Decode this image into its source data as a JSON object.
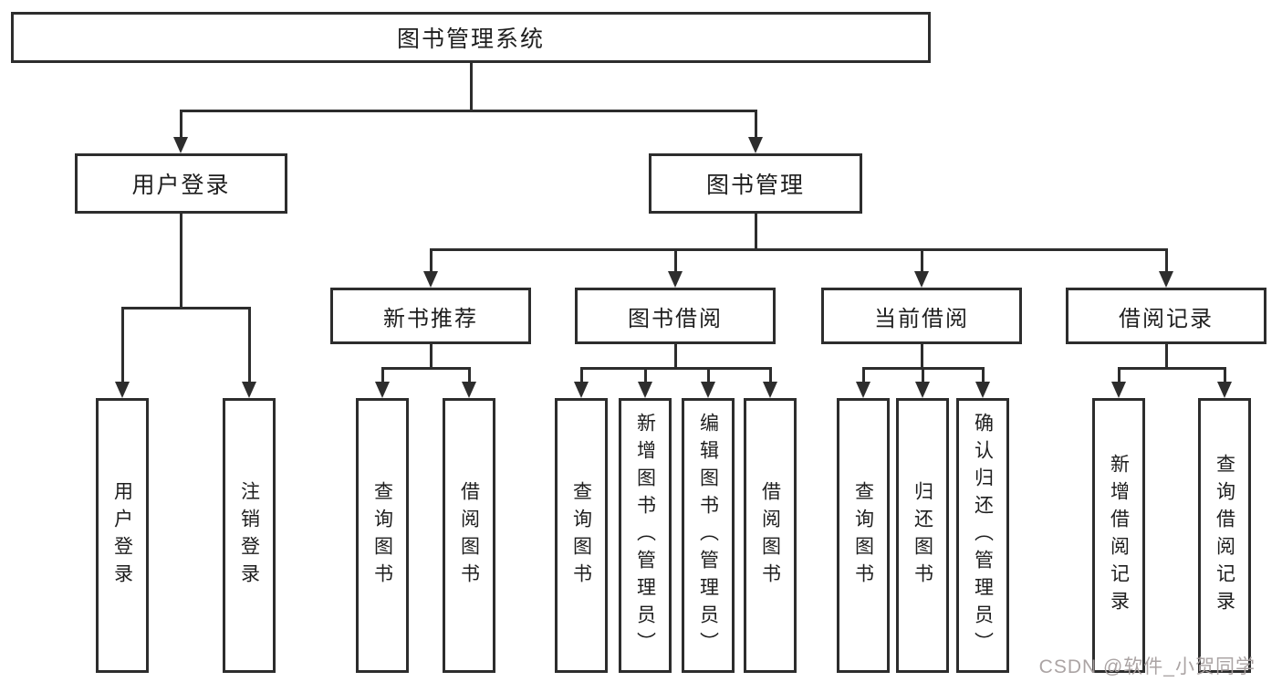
{
  "nodes": {
    "root": "图书管理系统",
    "user_login": "用户登录",
    "book_mgmt": "图书管理",
    "new_book_rec": "新书推荐",
    "book_borrow": "图书借阅",
    "current_borrow": "当前借阅",
    "borrow_records": "借阅记录",
    "v_user_login": "用户登录",
    "v_logout_login": "注销登录",
    "v_query_book_rec": "查询图书",
    "v_borrow_book_rec": "借阅图书",
    "v_query_book_borrow": "查询图书",
    "v_add_book_admin": "新增图书（管理员）",
    "v_edit_book_admin": "编辑图书（管理员）",
    "v_borrow_book_borrow": "借阅图书",
    "v_query_book_current": "查询图书",
    "v_return_book": "归还图书",
    "v_confirm_return_admin": "确认归还（管理员）",
    "v_add_borrow_record": "新增借阅记录",
    "v_query_borrow_record": "查询借阅记录"
  },
  "watermark": {
    "text": "CSDN @软件_小贺同学"
  },
  "colors": {
    "line": "#2d2d2d",
    "text": "#1e1e1e",
    "watermark": "#a69f9f"
  }
}
